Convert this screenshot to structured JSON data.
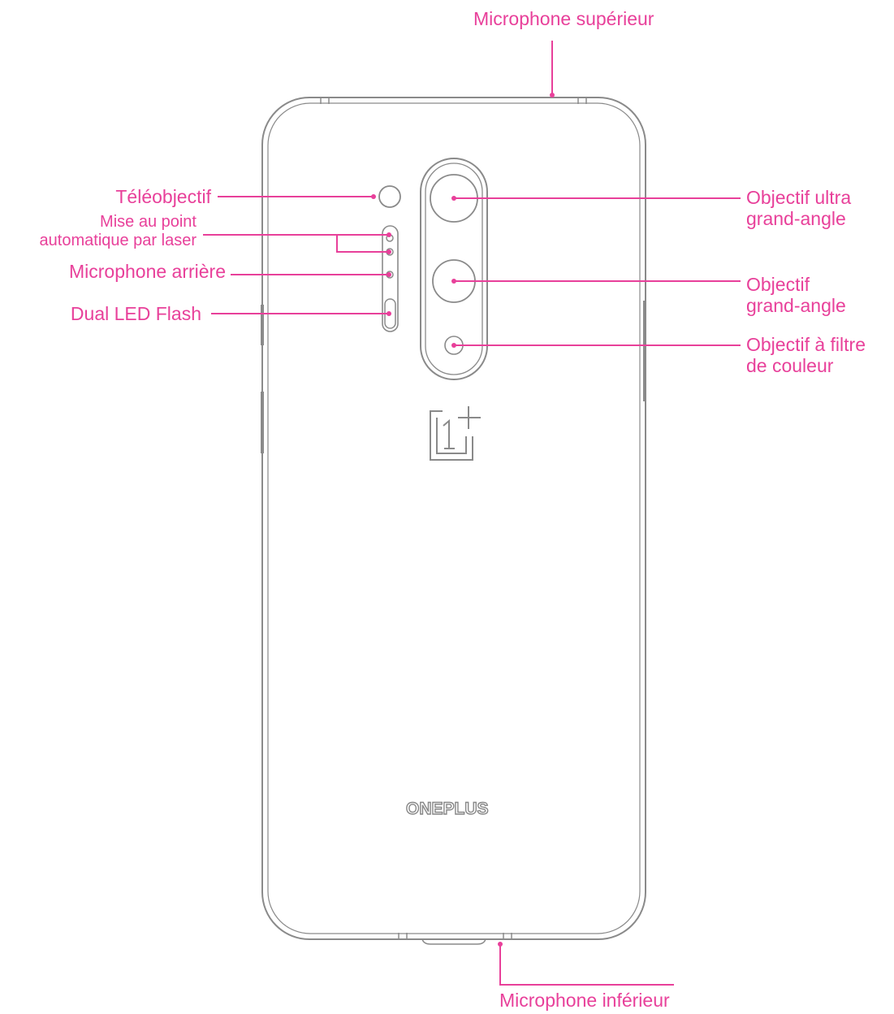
{
  "labels": {
    "top_mic": "Microphone supérieur",
    "tele": "Téléobjectif",
    "laser_1": "Mise au point",
    "laser_2": "automatique par laser",
    "rear_mic": "Microphone arrière",
    "flash": "Dual LED Flash",
    "ultra_wide_1": "Objectif ultra",
    "ultra_wide_2": "grand-angle",
    "wide_1": "Objectif",
    "wide_2": "grand-angle",
    "color_filter_1": "Objectif à filtre",
    "color_filter_2": "de couleur",
    "bottom_mic": "Microphone inférieur"
  },
  "brand": "ONEPLUS",
  "colors": {
    "callout": "#e8409a",
    "outline": "#8a8a8a"
  }
}
